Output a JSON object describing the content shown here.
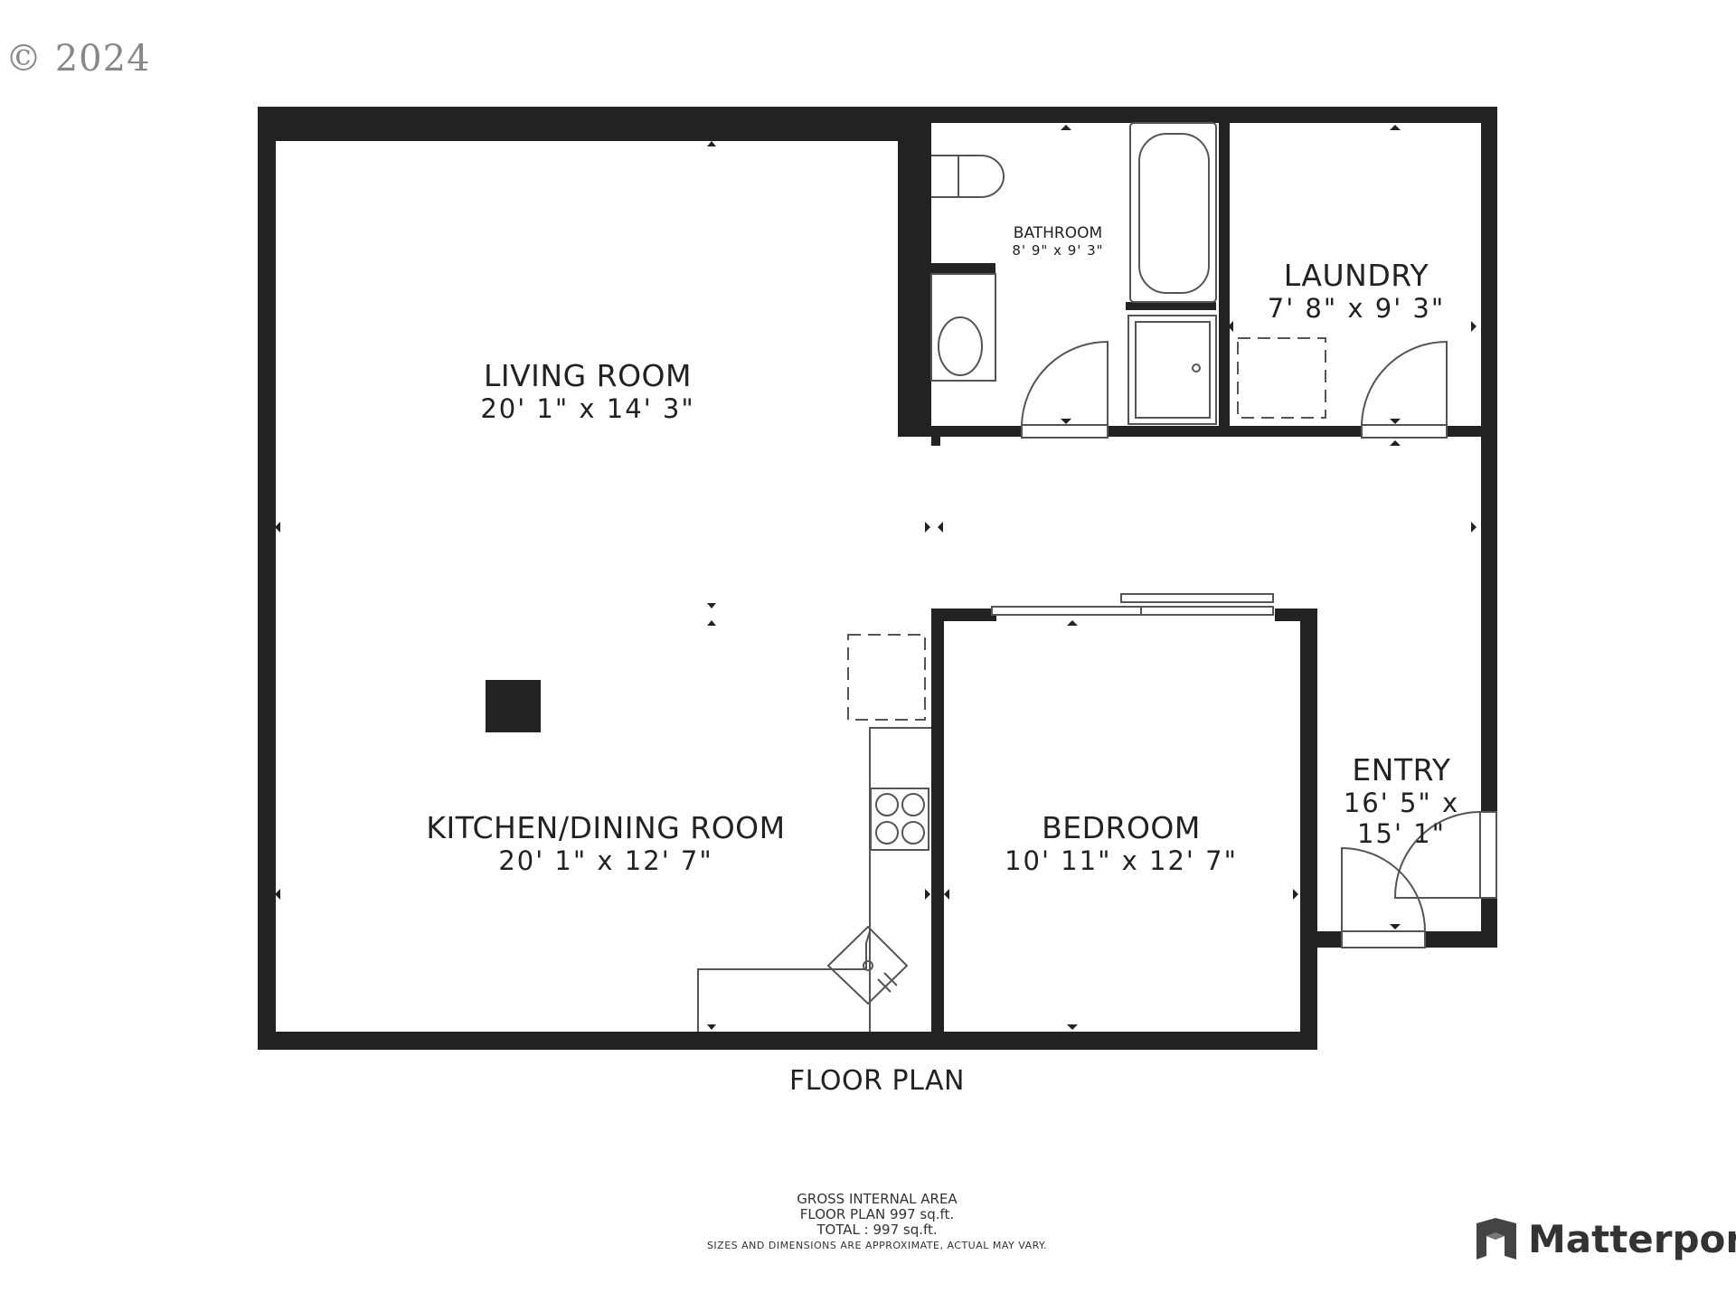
{
  "copyright": "© 2024",
  "rooms": {
    "living": {
      "name": "LIVING ROOM",
      "dims": "20' 1\" x 14' 3\""
    },
    "kitchen": {
      "name": "KITCHEN/DINING ROOM",
      "dims": "20' 1\" x 12' 7\""
    },
    "bathroom": {
      "name": "BATHROOM",
      "dims": "8' 9\" x 9' 3\""
    },
    "laundry": {
      "name": "LAUNDRY",
      "dims": "7' 8\" x 9' 3\""
    },
    "bedroom": {
      "name": "BEDROOM",
      "dims": "10' 11\" x 12' 7\""
    },
    "entry": {
      "name": "ENTRY",
      "dims_line1": "16' 5\" x",
      "dims_line2": "15' 1\""
    }
  },
  "floor_title": "FLOOR PLAN",
  "area": {
    "heading": "GROSS INTERNAL AREA",
    "floor_plan": "FLOOR PLAN 997 sq.ft.",
    "total": "TOTAL :  997 sq.ft.",
    "note": "SIZES AND DIMENSIONS ARE APPROXIMATE, ACTUAL MAY VARY."
  },
  "brand": {
    "name": "Matterport",
    "icon": "matterport-logo-icon"
  },
  "colors": {
    "wall": "#222222",
    "background": "#ffffff",
    "fixture": "#555555"
  }
}
